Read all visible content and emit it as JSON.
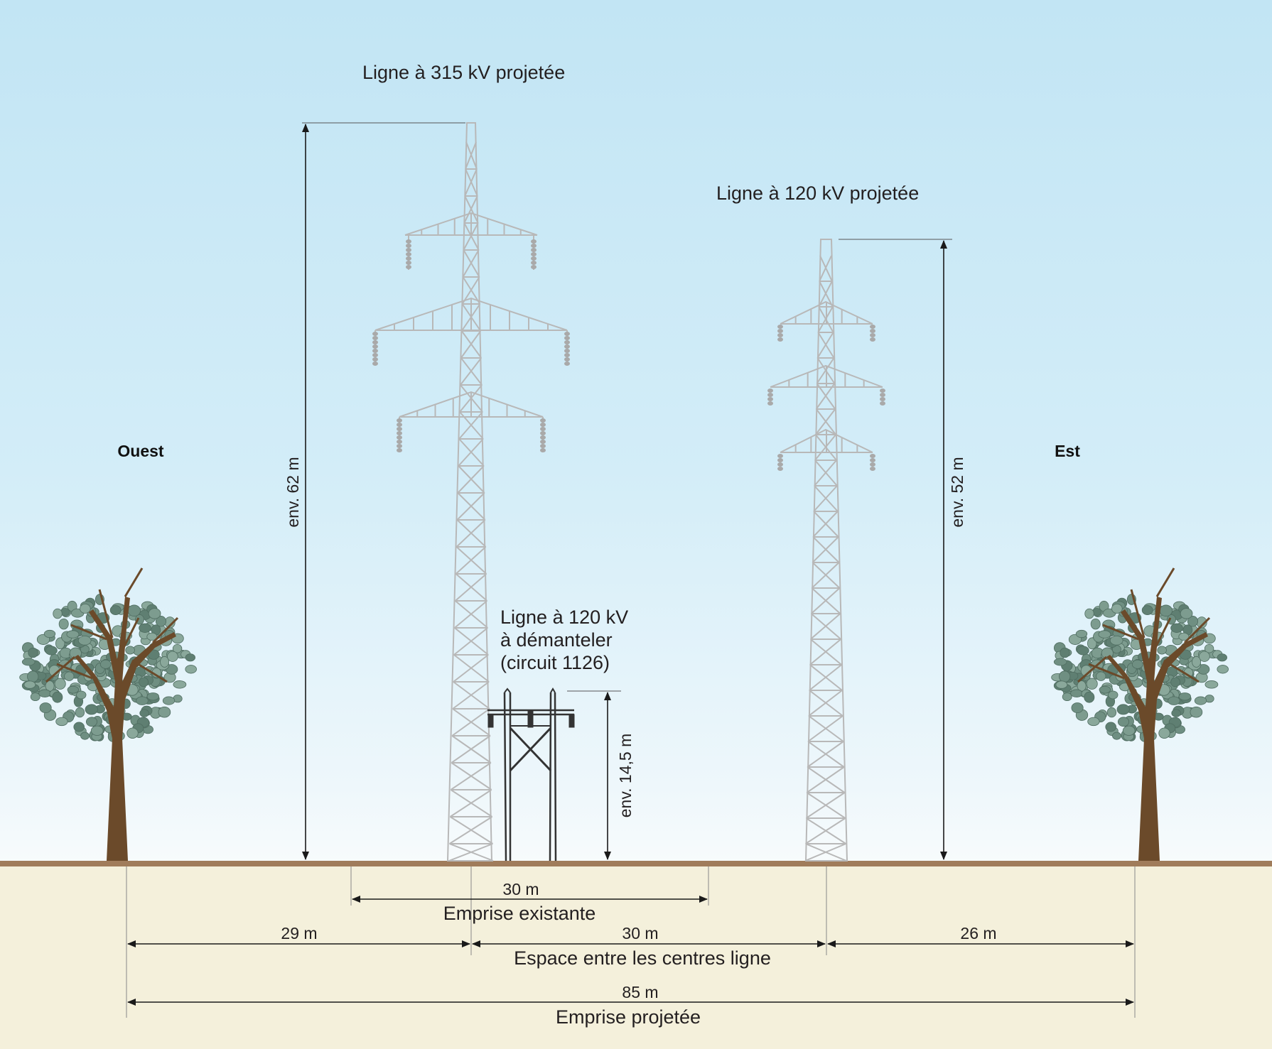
{
  "orientation": {
    "west": "Ouest",
    "east": "Est"
  },
  "towers": {
    "t315": {
      "title": "Ligne à 315 kV projetée",
      "height_label": "env. 62 m"
    },
    "t120new": {
      "title": "Ligne à 120 kV projetée",
      "height_label": "env. 52 m"
    },
    "t120old": {
      "title_lines": [
        "Ligne à 120 kV",
        "à démanteler",
        "(circuit 1126)"
      ],
      "height_label": "env. 14,5 m"
    }
  },
  "dimensions": {
    "existing": {
      "value": "30 m",
      "label": "Emprise existante"
    },
    "west_offset": {
      "value": "29 m"
    },
    "center_spacing": {
      "value": "30 m",
      "label": "Espace entre les centres ligne"
    },
    "east_offset": {
      "value": "26 m"
    },
    "projected": {
      "value": "85 m",
      "label": "Emprise projetée"
    }
  },
  "colors": {
    "sky_top": "#c2e5f4",
    "ground": "#f4f0db",
    "ground_line": "#a07c5b",
    "tower": "#b8b8b8",
    "foliage": "#6f8f82",
    "trunk": "#6b4a2a"
  }
}
